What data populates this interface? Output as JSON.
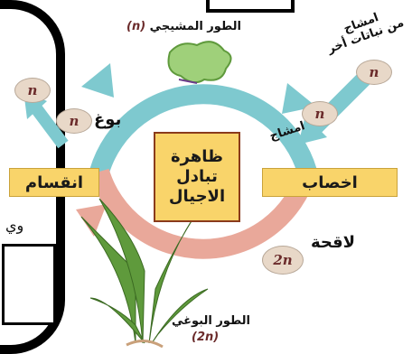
{
  "labels": {
    "gametophyte": "الطور المشيجي",
    "gametophyte_ploidy": "(n)",
    "spores_from_other_plants": "امشاج\nمن نباتات أخر",
    "gametes": "امشاج",
    "spore": "بوغ",
    "meiosis": "انقسام",
    "fertilization": "اخصاب",
    "zygote": "لاقحة",
    "sporophyte": "الطور البوغي",
    "sporophyte_ploidy": "(2n)",
    "center_line1": "ظاهرة",
    "center_line2": "تبادل",
    "center_line3": "الاجيال",
    "partial_text": "وي"
  },
  "pills": {
    "n": "n",
    "two_n": "2n"
  },
  "colors": {
    "cycle_top": "#7ec9cf",
    "cycle_bottom": "#e9a89a",
    "label_fill": "#f9d46a",
    "plant_green": "#5f9a3c"
  }
}
